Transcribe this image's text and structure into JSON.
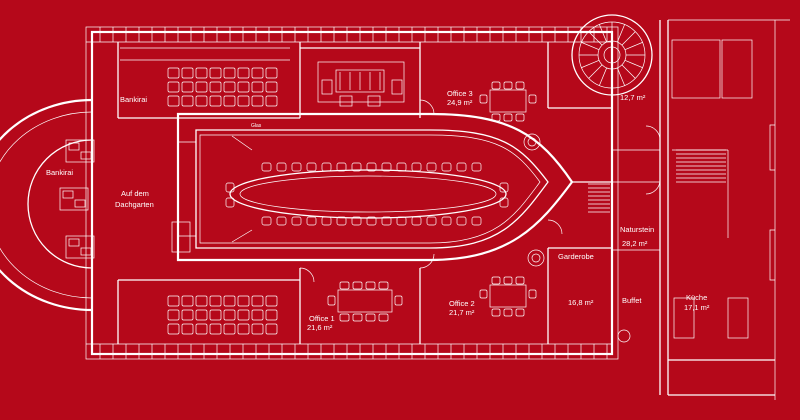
{
  "colors": {
    "background": "#b5081a",
    "lines": "#ffffff"
  },
  "rooms": {
    "bankirai_top": "Bankirai",
    "bankirai_left": "Bankirai",
    "dachgarten_line1": "Auf dem",
    "dachgarten_line2": "Dachgarten",
    "glas": "Glas",
    "office3_name": "Office 3",
    "office3_area": "24,9 m²",
    "room_12_7": "12,7 m²",
    "naturstein_name": "Naturstein",
    "naturstein_area": "28,2 m²",
    "garderobe": "Garderobe",
    "room_16_8": "16,8 m²",
    "buffet": "Buffet",
    "kuche_name": "Küche",
    "kuche_area": "17,1 m²",
    "office2_name": "Office 2",
    "office2_area": "21,7 m²",
    "office1_name": "Office 1",
    "office1_area": "21,6 m²"
  },
  "icons": [
    "plant-icon",
    "staircase-icon",
    "chair-icon",
    "table-icon",
    "door-swing-icon"
  ]
}
